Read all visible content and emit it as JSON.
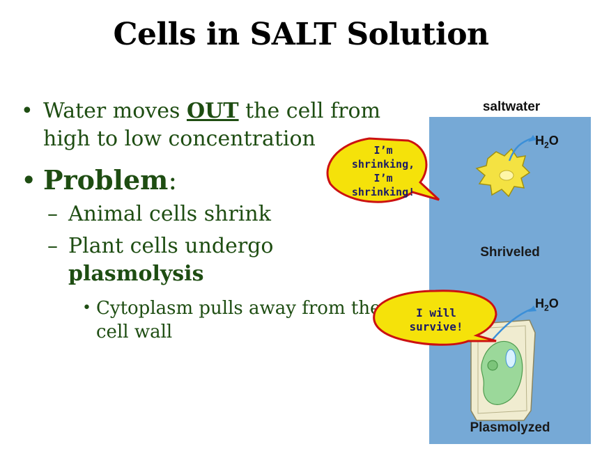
{
  "slide": {
    "title": "Cells in SALT Solution",
    "bullet1": {
      "text_a": "Water moves ",
      "keyword": "OUT",
      "text_b": " the cell from high to low concentration"
    },
    "bullet2": {
      "keyword": "Problem",
      "suffix": ":"
    },
    "sub1": "Animal cells shrink",
    "sub2": {
      "text": "Plant cells undergo ",
      "keyword": "plasmolysis"
    },
    "subsub1": "Cytoplasm pulls away from the cell wall"
  },
  "figure": {
    "label": "saltwater",
    "animal_state": "Shriveled",
    "plant_state": "Plasmolyzed",
    "h2o_main": "H",
    "h2o_sub": "2",
    "h2o_end": "O",
    "bubble1": "I’m shrinking, I’m shrinking!",
    "bubble2": "I will survive!",
    "colors": {
      "panel": "#76a9d6",
      "text_green": "#1e4d12",
      "bubble_fill": "#f5e20a",
      "bubble_stroke": "#cc1111"
    }
  }
}
